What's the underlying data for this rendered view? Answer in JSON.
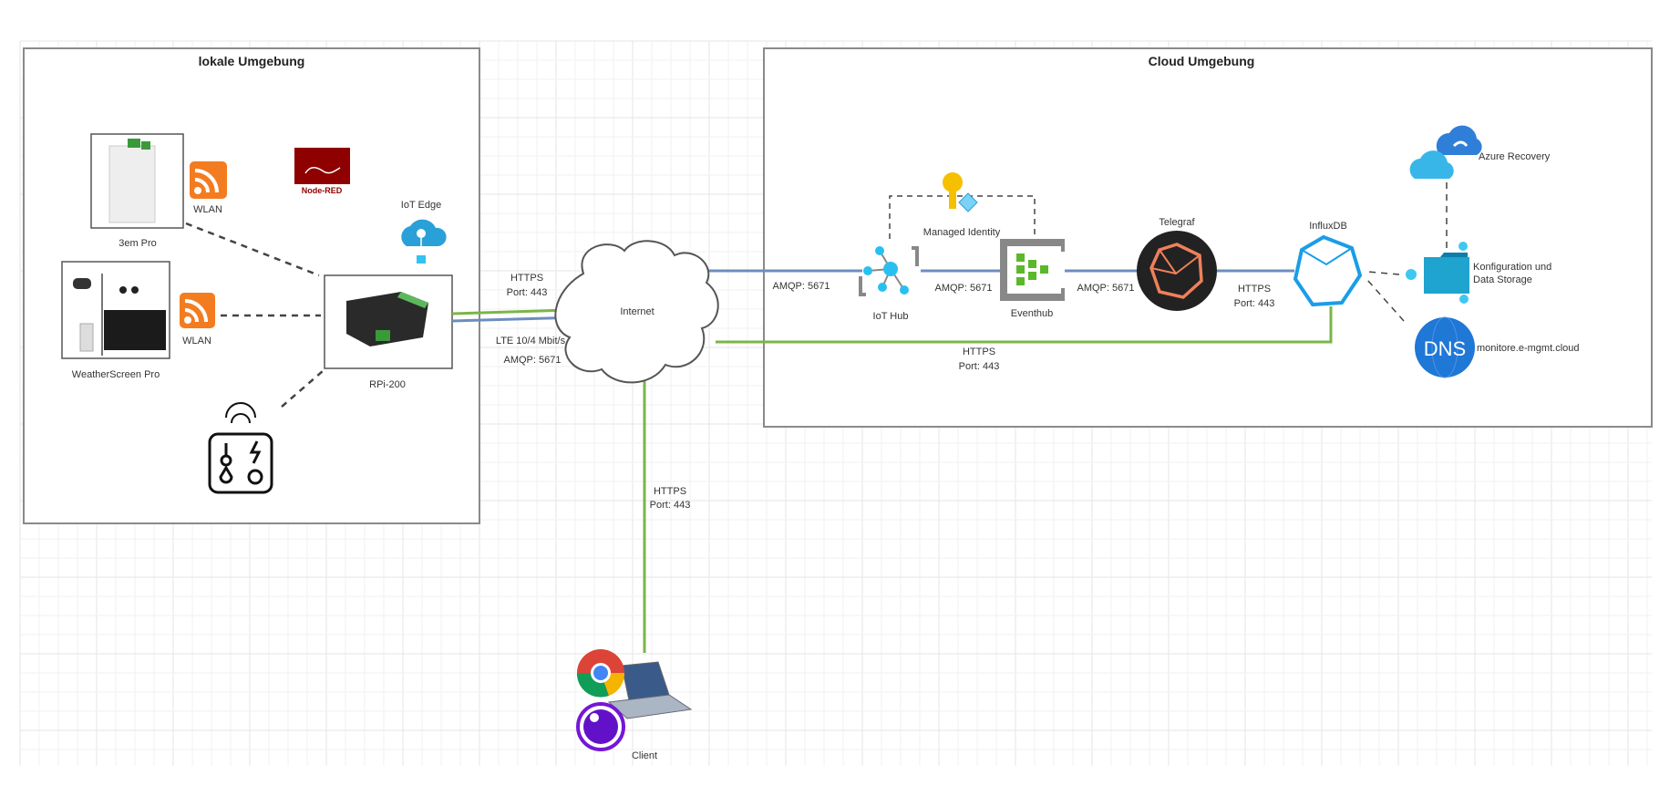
{
  "local_env": {
    "title": "lokale Umgebung",
    "devices": {
      "shelly": "3em Pro",
      "weather": "WeatherScreen Pro",
      "rpi": "RPi-200",
      "iot_edge": "IoT Edge",
      "wlan1": "WLAN",
      "wlan2": "WLAN",
      "nodered": "Node-RED"
    }
  },
  "internet": {
    "label": "Internet",
    "rpi_link": {
      "https": "HTTPS",
      "port": "Port: 443",
      "lte": "LTE 10/4 Mbit/s",
      "amqp": "AMQP: 5671"
    },
    "client_link": {
      "https": "HTTPS",
      "port": "Port: 443"
    },
    "influx_link": {
      "https": "HTTPS",
      "port": "Port: 443"
    }
  },
  "cloud_env": {
    "title": "Cloud Umgebung",
    "iot_hub": "IoT Hub",
    "eventhub": "Eventhub",
    "telegraf": "Telegraf",
    "influxdb": "InfluxDB",
    "managed_identity": "Managed Identity",
    "azure_recovery": "Azure Recovery",
    "storage_line1": "Konfiguration und",
    "storage_line2": "Data Storage",
    "dns_icon_text": "DNS",
    "dns": "monitore.e-mgmt.cloud",
    "amqp1": "AMQP: 5671",
    "amqp2": "AMQP: 5671",
    "amqp3": "AMQP: 5671",
    "telegraf_influx_https": "HTTPS",
    "telegraf_influx_port": "Port: 443"
  },
  "client": {
    "label": "Client"
  },
  "colors": {
    "https_line": "#7ab648",
    "amqp_line": "#6c8ebf",
    "box_border": "#808080"
  }
}
